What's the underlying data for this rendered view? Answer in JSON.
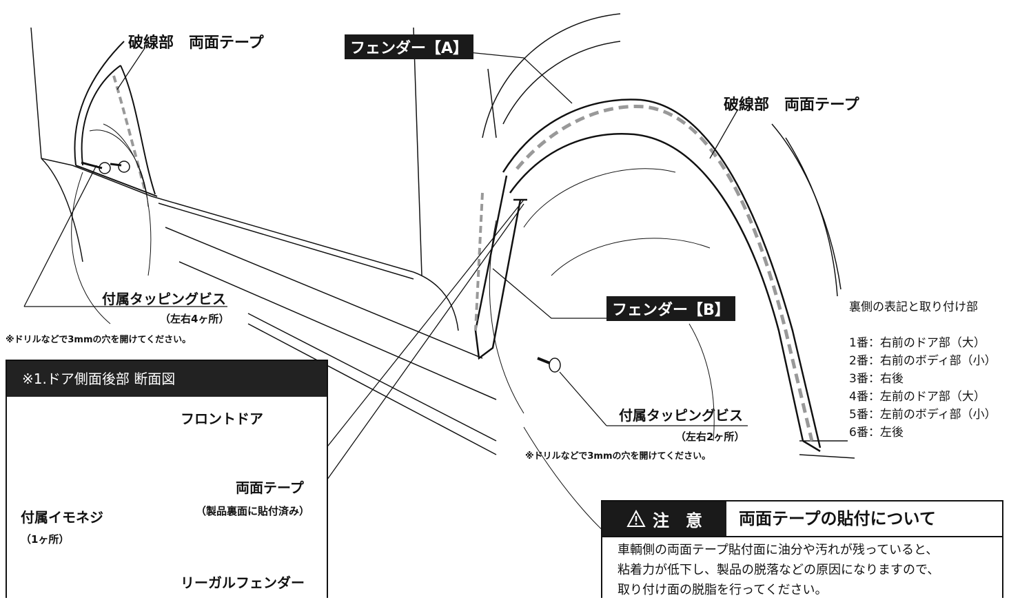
{
  "labels": {
    "dashed_tape_top_left": "破線部　両面テープ",
    "dashed_tape_right": "破線部　両面テープ",
    "fender_a": "フェンダー【A】",
    "fender_b": "フェンダー【B】",
    "screw_left": "付属タッピングビス",
    "screw_left_count": "（左右4ヶ所）",
    "screw_left_note": "※ドリルなどで3mmの穴を開けてください。",
    "screw_right": "付属タッピングビス",
    "screw_right_count": "（左右2ヶ所）",
    "screw_right_note": "※ドリルなどで3mmの穴を開けてください。"
  },
  "section": {
    "title": "※1.ドア側面後部 断面図",
    "front_door": "フロントドア",
    "tape": "両面テープ",
    "tape_note": "（製品裏面に貼付済み）",
    "screw": "付属イモネジ",
    "screw_count": "（1ヶ所）",
    "fender": "リーガルフェンダー"
  },
  "info": {
    "title": "裏側の表記と取り付け部",
    "items": [
      "1番：右前のドア部（大）",
      "2番：右前のボディ部（小）",
      "3番：右後",
      "4番：左前のドア部（大）",
      "5番：左前のボディ部（小）",
      "6番：左後"
    ]
  },
  "caution": {
    "tag": "注　意",
    "title": "両面テープの貼付について",
    "lines": [
      "車輌側の両面テープ貼付面に油分や汚れが残っていると、",
      "粘着力が低下し、製品の脱落などの原因になりますので、",
      "取り付け面の脱脂を行ってください。"
    ]
  }
}
